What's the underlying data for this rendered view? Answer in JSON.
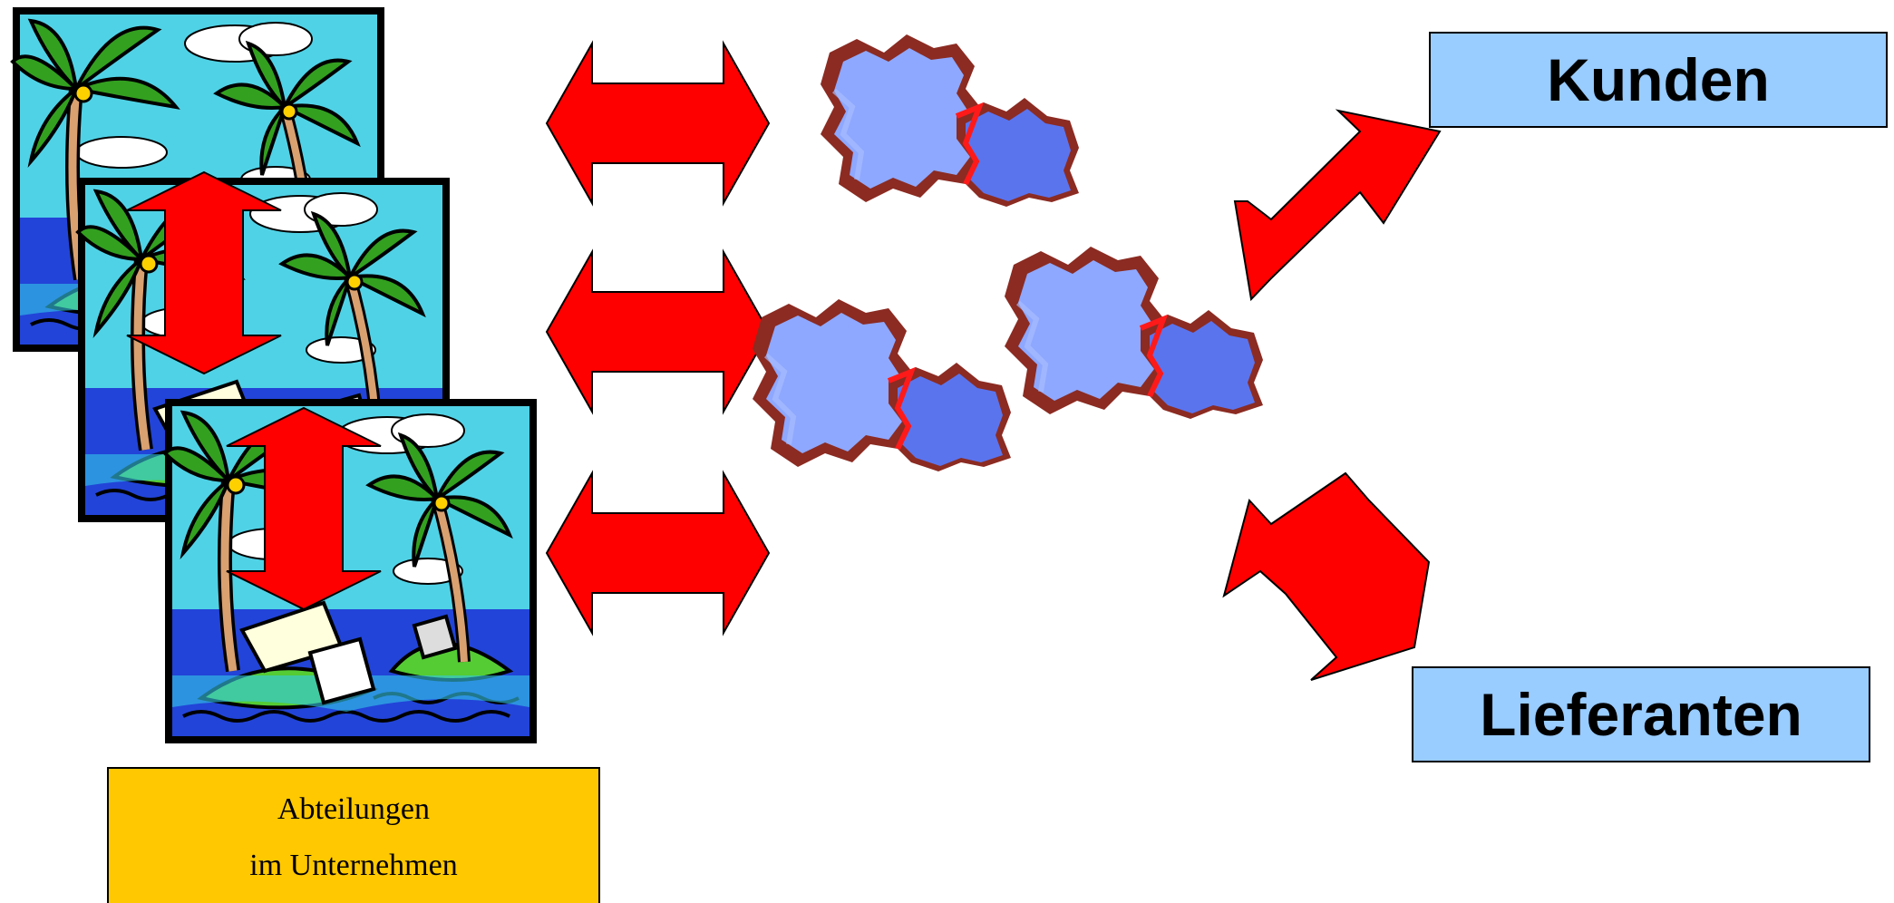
{
  "labels": {
    "customers": "Kunden",
    "suppliers": "Lieferanten",
    "departments_line1": "Abteilungen",
    "departments_line2": "im Unternehmen"
  },
  "colors": {
    "arrow": "#ff0000",
    "label_fill": "#99ccff",
    "departments_fill": "#ffc800",
    "sky": "#4fd4e6",
    "sea": "#2244d8",
    "gear_light": "#8ea8ff",
    "gear_mid": "#6680ee",
    "gear_dark": "#4a64e0",
    "gear_rim": "#8b2b22"
  },
  "icons": {
    "island": "tropical-island-clipart",
    "gears": "cogwheel-group"
  }
}
